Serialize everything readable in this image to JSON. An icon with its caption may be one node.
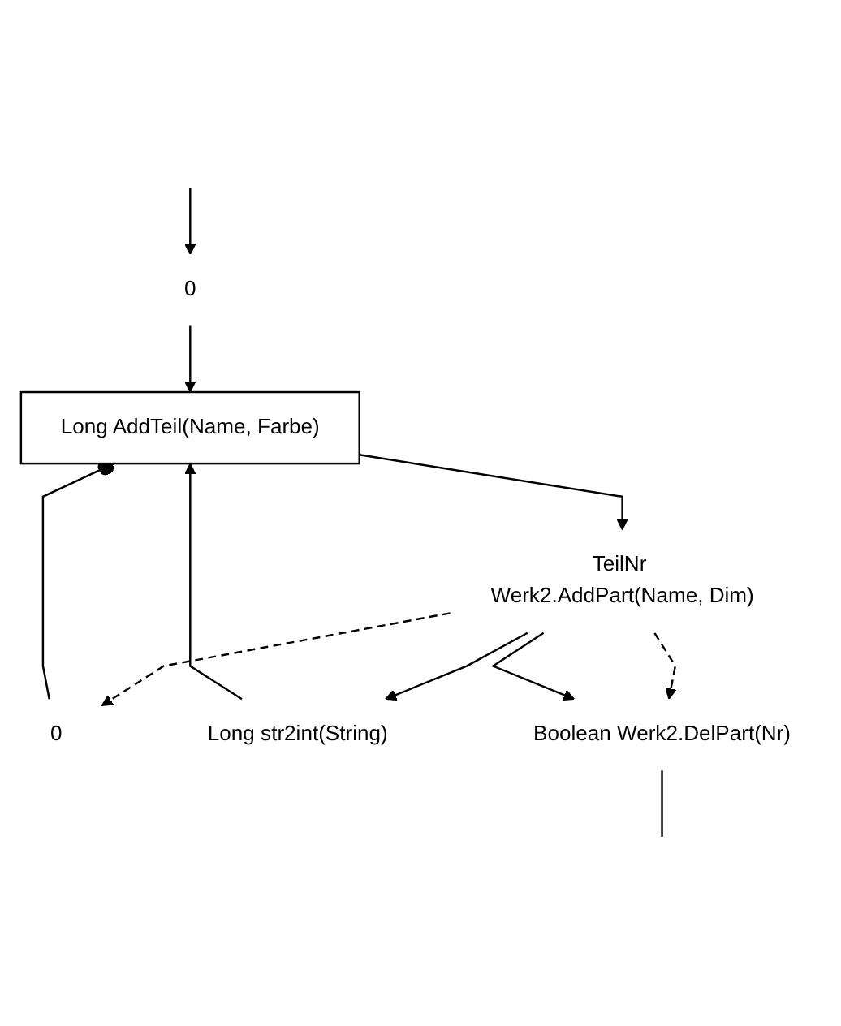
{
  "diagram": {
    "nodes": [
      {
        "text": [
          "0"
        ]
      },
      {
        "text": [
          "0"
        ]
      },
      {
        "text": [
          "Long AddTeil(Name, Farbe)"
        ]
      },
      {
        "text": [
          "Long str2int(String)"
        ]
      },
      {
        "text": [
          "TeilNr Werk2.AddPart(Name, Dim)"
        ]
      },
      {
        "text": [
          "Boolean Werk2.DelPart(Nr)"
        ]
      }
    ],
    "edges": [
      {
        "from": null,
        "to": 0,
        "arrow": "to"
      },
      {
        "from": 0,
        "to": 2,
        "arrow": "to"
      },
      {
        "from": 4,
        "to": 1,
        "arrow": "to",
        "style": "dashed"
      },
      {
        "from": 1,
        "to": 2,
        "arrow": "other"
      },
      {
        "from": 3,
        "to": 2,
        "arrow": "to"
      },
      {
        "from": 2,
        "to": 4,
        "arrow": "to"
      },
      {
        "from": 4,
        "to": 3,
        "arrow": "to"
      },
      {
        "from": 4,
        "to": 5,
        "arrow": "to",
        "style": "dashed"
      },
      {
        "from": 4,
        "to": 5,
        "arrow": "to"
      },
      {
        "from": 5,
        "to": null,
        "arrow": "none"
      }
    ]
  }
}
